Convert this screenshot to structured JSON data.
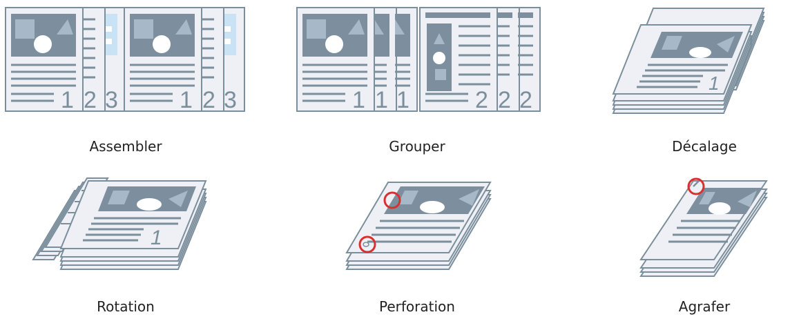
{
  "colors": {
    "page_fill": "#eef0f5",
    "page_stroke": "#7b8e9c",
    "image_block": "#7d8f9e",
    "shape_light": "#a7b8c8",
    "shape_white": "#ffffff",
    "blue_accent": "#c9e3f5",
    "highlight_circle": "#d9302f"
  },
  "options": [
    {
      "label": "Assembler",
      "icon": "collate-icon",
      "numbers": [
        "1",
        "2",
        "3",
        "1",
        "2",
        "3"
      ]
    },
    {
      "label": "Grouper",
      "icon": "group-icon",
      "numbers": [
        "1",
        "1",
        "1",
        "2",
        "2",
        "2"
      ]
    },
    {
      "label": "Décalage",
      "icon": "offset-icon",
      "numbers": [
        "1"
      ]
    },
    {
      "label": "Rotation",
      "icon": "rotate-icon",
      "numbers": [
        "1"
      ]
    },
    {
      "label": "Perforation",
      "icon": "hole-punch-icon"
    },
    {
      "label": "Agrafer",
      "icon": "staple-icon"
    }
  ]
}
